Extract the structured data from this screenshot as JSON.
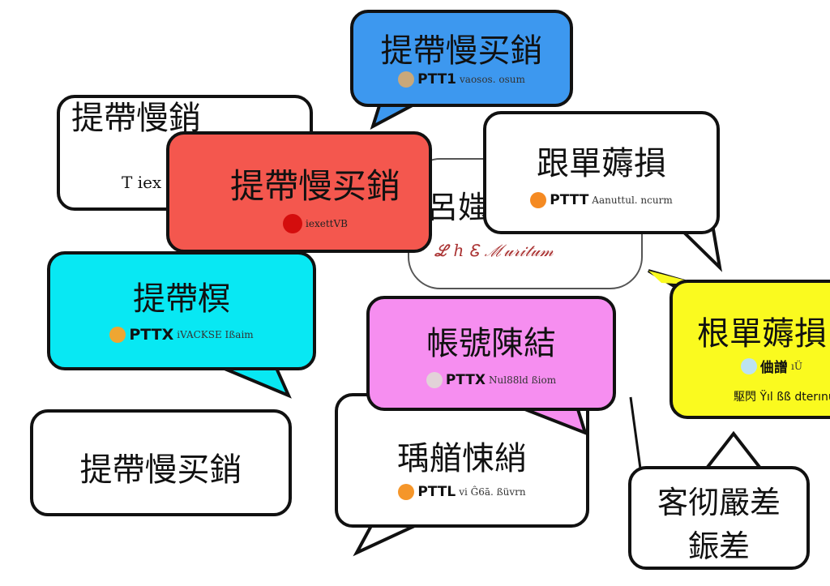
{
  "bubbles": [
    {
      "id": "faint",
      "title": "呂媸",
      "line": "ℒ ℎ Ꮛ ℳ𝓊𝓇𝒾𝓉𝓊𝓂",
      "color": "#ffffff"
    },
    {
      "id": "top-left",
      "title": "提帶慢銷",
      "line": "T iex",
      "color": "#ffffff"
    },
    {
      "id": "blue",
      "title": "提帶慢买銷",
      "line_brand": "PTT1",
      "line_rest": "vaosos. osum",
      "color": "#3d98ef",
      "icon_color": "#c9a87a"
    },
    {
      "id": "red",
      "title": "提帶慢买銷",
      "line_rest": "iexettVB",
      "color": "#f4574e",
      "icon_color": "#d40d0d"
    },
    {
      "id": "white-right",
      "title": "跟單薅損",
      "line_brand": "PTTT",
      "line_rest": "Aanuttul. ncurm",
      "color": "#ffffff",
      "icon_color": "#f58a22"
    },
    {
      "id": "yellow",
      "title": "根單薅損",
      "line_brand": "㑋譄",
      "line_rest": "ıÜ",
      "line2": "駆閃 Ÿıl ßß dterınu",
      "color": "#fafa1f",
      "icon_color": "#bde3f0"
    },
    {
      "id": "cyan",
      "title": "提帶榠",
      "line_brand": "PTTX",
      "line_rest": "iVACKSE Ißaim",
      "color": "#08e8f3",
      "icon_color": "#eea632"
    },
    {
      "id": "bottom-left",
      "title": "提帶慢买銷",
      "color": "#ffffff"
    },
    {
      "id": "bottom-mid",
      "title": "瑀艏悚綃",
      "line_brand": "PTTL",
      "line_rest": "vi Ĝ6ā. ßüvrn",
      "color": "#ffffff",
      "icon_color": "#f5962a"
    },
    {
      "id": "pink",
      "title": "帳號陳結",
      "line_brand": "PTTX",
      "line_rest": "Nul88ld ßiom",
      "color": "#f68ef0",
      "icon_color": "#e2d2d8"
    },
    {
      "id": "bottom-right",
      "title": "客彻嚴差",
      "title2": "鋠差",
      "color": "#ffffff"
    }
  ]
}
